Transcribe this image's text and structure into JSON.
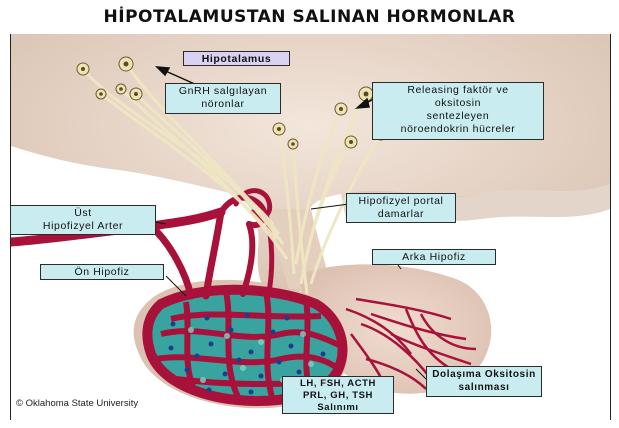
{
  "title": "HİPOTALAMUSTAN SALINAN HORMONLAR",
  "labels": {
    "hipotalamus": "Hipotalamus",
    "gnrh_line1": "GnRH salgılayan",
    "gnrh_line2": "nöronlar",
    "releasing_line1": "Releasing faktör ve",
    "releasing_line2": "oksitosin",
    "releasing_line3": "sentezleyen",
    "releasing_line4": "nöroendokrin hücreler",
    "ust_line1": "Üst",
    "ust_line2": "Hipofizyel Arter",
    "portal_line1": "Hipofizyel portal",
    "portal_line2": "damarlar",
    "on_hipofiz": "Ön Hipofiz",
    "arka_hipofiz": "Arka Hipofiz",
    "hormones_line1": "LH, FSH, ACTH",
    "hormones_line2": "PRL, GH, TSH",
    "hormones_line3": "Salınımı",
    "oksitosin_line1": "Dolaşıma Oksitosin",
    "oksitosin_line2": "salınması"
  },
  "copyright": "© Oklahoma State University",
  "colors": {
    "tissue": "#ead9cd",
    "tissue_shadow": "#d6bfae",
    "vessel": "#a8123a",
    "lobe_cells": "#3aa6a0",
    "nucleus": "#1d3f8a",
    "axon": "#f3ecc9",
    "label_bg": "#c8ecef",
    "hypothalamus_label_bg": "#d9d3f3"
  }
}
